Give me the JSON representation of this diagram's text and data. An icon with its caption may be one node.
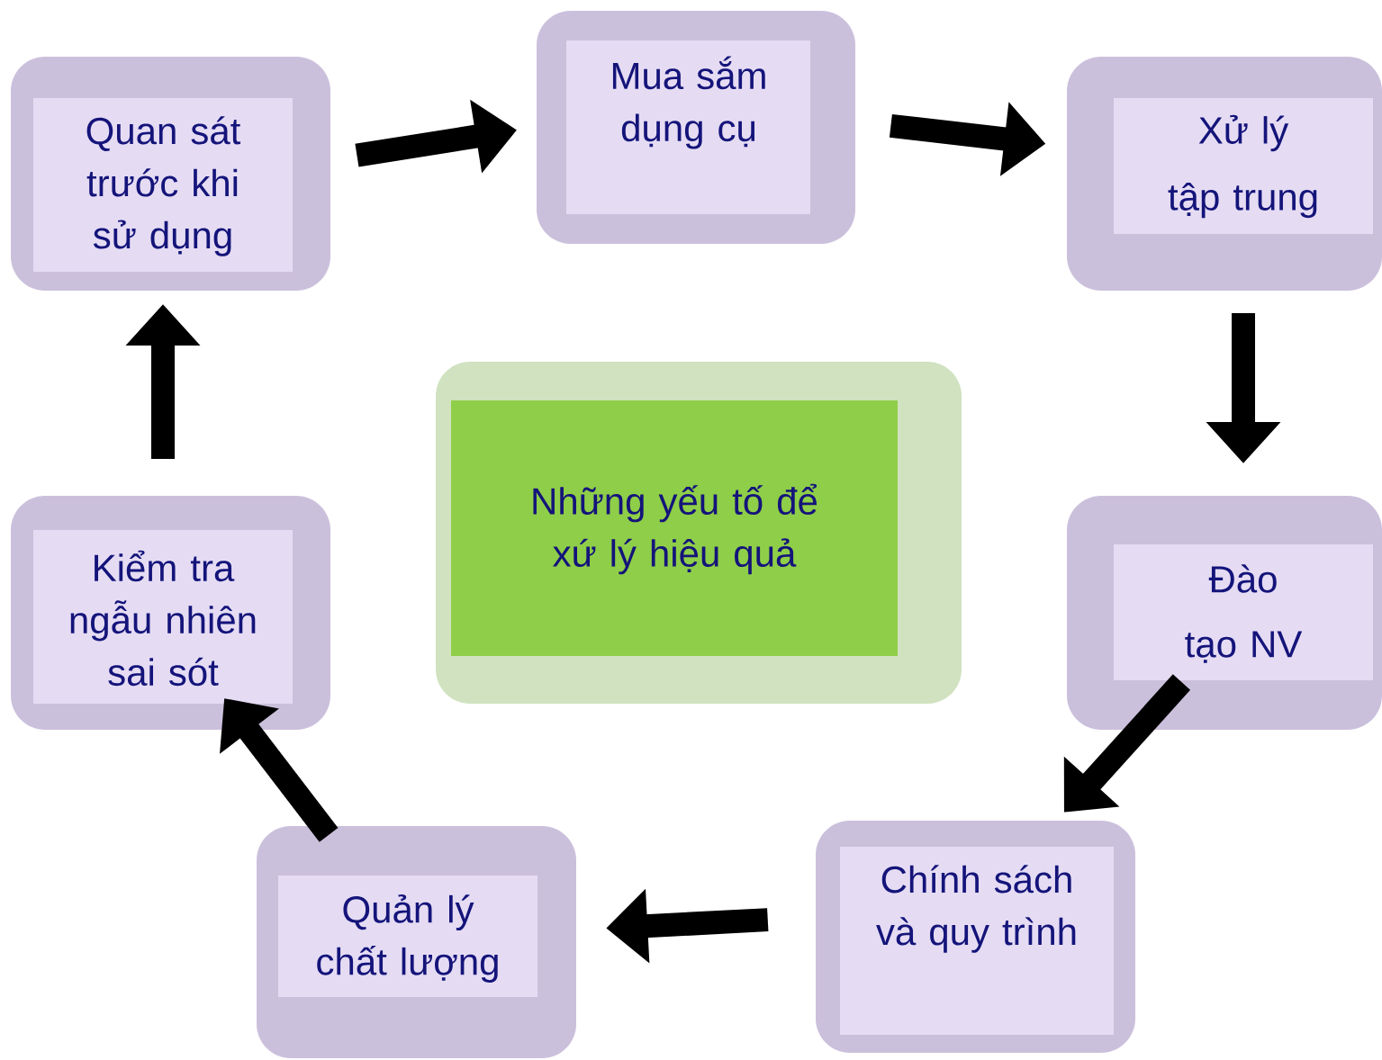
{
  "diagram": {
    "nodes": [
      {
        "text": [
          "Quan sát trước khi sử dụng"
        ]
      },
      {
        "text": [
          "Mua sắm dụng cụ"
        ]
      },
      {
        "text": [
          "Xử lý tập trung"
        ]
      },
      {
        "text": [
          "Kiểm tra ngẫu nhiên sai sót"
        ]
      },
      {
        "text": [
          "Những yếu tố để xứ lý hiệu quả"
        ]
      },
      {
        "text": [
          "Đào tạo NV"
        ]
      },
      {
        "text": [
          "Quản lý chất lượng"
        ]
      },
      {
        "text": [
          "Chính sách và quy trình"
        ]
      }
    ],
    "edges": [
      {
        "from": 0,
        "to": 1,
        "arrow": "to"
      },
      {
        "from": 1,
        "to": 2,
        "arrow": "to"
      },
      {
        "from": 2,
        "to": 5,
        "arrow": "to"
      },
      {
        "from": 5,
        "to": 7,
        "arrow": "to"
      },
      {
        "from": 7,
        "to": 6,
        "arrow": "to"
      },
      {
        "from": 6,
        "to": 3,
        "arrow": "to"
      },
      {
        "from": 3,
        "to": 0,
        "arrow": "to"
      }
    ]
  }
}
